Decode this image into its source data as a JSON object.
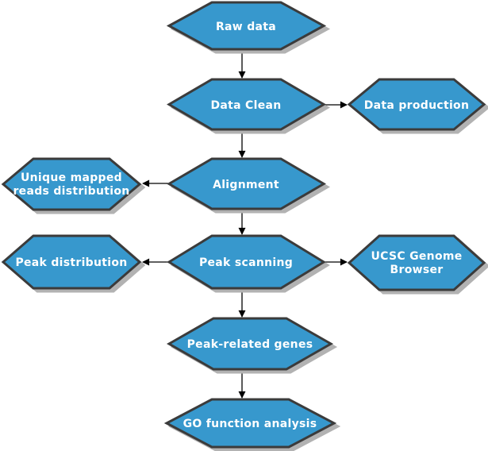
{
  "diagram": {
    "type": "flowchart",
    "shape_style": "hexagon",
    "colors": {
      "background": "#ffffff",
      "node_fill": "#3798cd",
      "node_border": "#3b3b3b",
      "shadow": "#b2b2b2",
      "text": "#ffffff",
      "connector": "#000000"
    },
    "nodes": [
      {
        "id": "raw-data",
        "label": "Raw data",
        "lines": [
          "Raw data"
        ]
      },
      {
        "id": "data-clean",
        "label": "Data Clean",
        "lines": [
          "Data Clean"
        ]
      },
      {
        "id": "data-production",
        "label": "Data production",
        "lines": [
          "Data production"
        ]
      },
      {
        "id": "alignment",
        "label": "Alignment",
        "lines": [
          "Alignment"
        ]
      },
      {
        "id": "unique-mapped-reads-distribution",
        "label": "Unique mapped reads distribution",
        "lines": [
          "Unique mapped",
          "reads distribution"
        ]
      },
      {
        "id": "peak-scanning",
        "label": "Peak scanning",
        "lines": [
          "Peak scanning"
        ]
      },
      {
        "id": "peak-distribution",
        "label": "Peak distribution",
        "lines": [
          "Peak distribution"
        ]
      },
      {
        "id": "ucsc-genome-browser",
        "label": "UCSC Genome Browser",
        "lines": [
          "UCSC Genome",
          "Browser"
        ]
      },
      {
        "id": "peak-related-genes",
        "label": "Peak-related genes",
        "lines": [
          "Peak-related genes"
        ]
      },
      {
        "id": "go-function-analysis",
        "label": "GO function analysis",
        "lines": [
          "GO function analysis"
        ]
      }
    ],
    "edges": [
      {
        "from": "raw-data",
        "to": "data-clean",
        "direction": "down"
      },
      {
        "from": "data-clean",
        "to": "data-production",
        "direction": "right"
      },
      {
        "from": "data-clean",
        "to": "alignment",
        "direction": "down"
      },
      {
        "from": "alignment",
        "to": "unique-mapped-reads-distribution",
        "direction": "left"
      },
      {
        "from": "alignment",
        "to": "peak-scanning",
        "direction": "down"
      },
      {
        "from": "peak-scanning",
        "to": "peak-distribution",
        "direction": "left"
      },
      {
        "from": "peak-scanning",
        "to": "ucsc-genome-browser",
        "direction": "right"
      },
      {
        "from": "peak-scanning",
        "to": "peak-related-genes",
        "direction": "down"
      },
      {
        "from": "peak-related-genes",
        "to": "go-function-analysis",
        "direction": "down"
      },
      {
        "from": "go-function-analysis",
        "to": "",
        "direction": "down",
        "note": "stub line cut off at bottom edge of image"
      }
    ]
  }
}
